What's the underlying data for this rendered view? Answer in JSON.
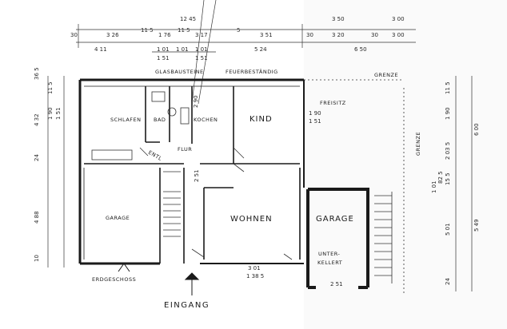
{
  "plan": {
    "rooms": {
      "schlafen": "SCHLAFEN",
      "bad": "BAD",
      "kochen": "KOCHEN",
      "kind": "KIND",
      "flur": "FLUR",
      "entl": "ENTL",
      "garage_left": "GARAGE",
      "wohnen": "WOHNEN",
      "garage_right": "GARAGE",
      "unterkellert_1": "UNTER-",
      "unterkellert_2": "KELLERT"
    },
    "notes": {
      "glasbausteine": "GLASBAUSTEINE",
      "feuerbestaendig": "FEUERBESTÄNDIG",
      "grenze_top": "GRENZE",
      "grenze_side": "GRENZE",
      "freisitz": "FREISITZ",
      "erdgeschoss": "ERDGESCHOSS",
      "eingang": "EINGANG"
    },
    "dimensions": {
      "top_total": "12 45",
      "top_350": "3 50",
      "top_300a": "3 00",
      "top_30": "30",
      "top_326": "3 26",
      "top_115a": "11 5",
      "top_176": "1 76",
      "top_115b": "11 5",
      "top_317": "3 17",
      "top_5": "5",
      "top_351": "3 51",
      "top_30b": "30",
      "top_320": "3 20",
      "top_30c": "30",
      "top_300b": "3 00",
      "row2_411": "4 11",
      "row2_101a": "1 01",
      "row2_101b": "1 01",
      "row2_101c": "1 01",
      "row2_524": "5 24",
      "row2_650": "6 50",
      "row3_151a": "1 51",
      "row3_151b": "1 51",
      "left_365": "36 5",
      "left_115": "11 5",
      "left_432": "4 32",
      "left_190": "1 90",
      "left_151": "1 51",
      "left_24": "24",
      "left_488": "4 88",
      "left_10": "10",
      "in_290": "2 90",
      "in_190": "1 90",
      "in_151": "1 51",
      "in_251a": "2 51",
      "in_301": "3 01",
      "in_1385": "1 38 5",
      "in_251b": "2 51",
      "right_115": "11 5",
      "right_190": "1 90",
      "right_2035": "2 03 5",
      "right_600": "6 00",
      "right_101": "1 01",
      "right_825": "82 5",
      "right_155": "15 5",
      "right_501": "5 01",
      "right_549": "5 49",
      "right_24": "24"
    }
  }
}
